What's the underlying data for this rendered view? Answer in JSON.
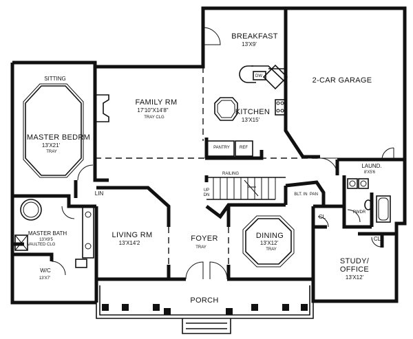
{
  "rooms": {
    "breakfast": {
      "name": "BREAKFAST",
      "dim": "13'X9'"
    },
    "garage": {
      "name": "2-CAR GARAGE"
    },
    "sitting": {
      "name": "SITTING"
    },
    "family": {
      "name": "FAMILY RM",
      "dim": "17'10\"X14'8\"",
      "note": "TRAY CLG"
    },
    "kitchen": {
      "name": "KITCHEN",
      "dim": "13'X15'"
    },
    "master_bed": {
      "name": "MASTER BEDRM",
      "dim": "13'X21'",
      "note": "TRAY"
    },
    "laundry": {
      "name": "LAUND.",
      "dim": "8'X5'6"
    },
    "lin": {
      "name": "LIN"
    },
    "master_bath": {
      "name": "MASTER BATH",
      "dim": "13'X9'5",
      "note": "VAULTED CLG"
    },
    "living": {
      "name": "LIVING RM",
      "dim": "13'X14'2"
    },
    "foyer": {
      "name": "FOYER",
      "note": "TRAY"
    },
    "dining": {
      "name": "DINING",
      "dim": "13'X12'",
      "note": "TRAY"
    },
    "wic": {
      "name": "W/C",
      "dim": "13'X7'"
    },
    "study": {
      "name": "STUDY/",
      "name2": "OFFICE",
      "dim": "13'X12'"
    },
    "porch": {
      "name": "PORCH"
    },
    "pwdr": {
      "name": "PWDR"
    }
  },
  "fixtures": {
    "dw": "DW",
    "pantry": "PANTRY",
    "ref": "REF",
    "railing": "RAILING",
    "up": "UP",
    "dn": "DN",
    "built_in": "BLT. IN",
    "pan": "PAN",
    "cl_a": "CL",
    "cl_b": "CL"
  }
}
